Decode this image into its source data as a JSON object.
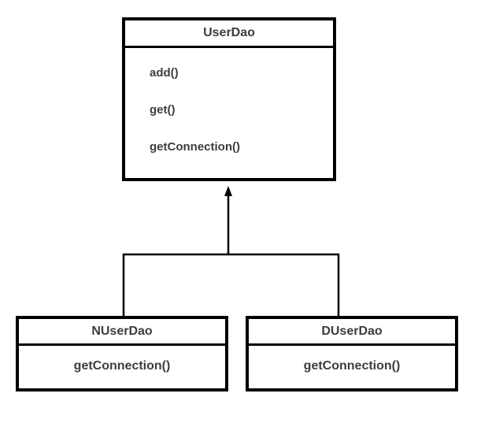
{
  "diagram": {
    "type": "uml-class-diagram",
    "background_color": "#ffffff",
    "border_color": "#000000",
    "text_color": "#3d3d3d",
    "classes": [
      {
        "name": "UserDao",
        "methods": [
          "add()",
          "get()",
          "getConnection()"
        ]
      },
      {
        "name": "NUserDao",
        "methods": [
          "getConnection()"
        ]
      },
      {
        "name": "DUserDao",
        "methods": [
          "getConnection()"
        ]
      }
    ],
    "relations": [
      {
        "type": "inheritance",
        "from": "NUserDao",
        "to": "UserDao"
      },
      {
        "type": "inheritance",
        "from": "DUserDao",
        "to": "UserDao"
      }
    ]
  }
}
